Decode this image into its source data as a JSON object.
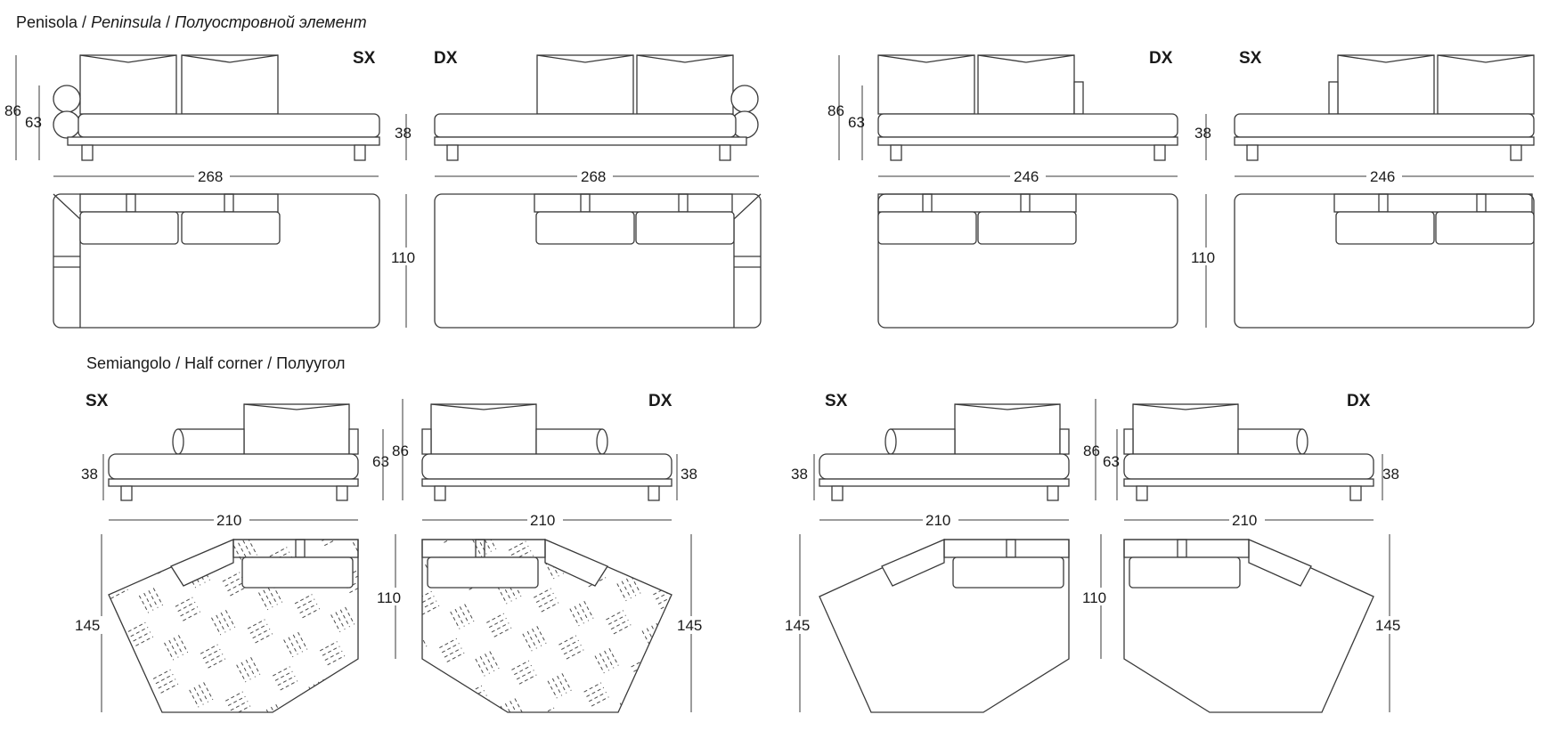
{
  "sections": {
    "peninsula": {
      "title_it": "Penisola",
      "sep1": " / ",
      "title_en": "Peninsula",
      "sep2": " / ",
      "title_ru": "Полуостровной элемент"
    },
    "half_corner": {
      "title": "Semiangolo / Half corner / Полуугол"
    }
  },
  "side_labels": {
    "sx": "SX",
    "dx": "DX"
  },
  "dimensions": {
    "h86": "86",
    "h63": "63",
    "h38": "38",
    "w268": "268",
    "w246": "246",
    "w210": "210",
    "d110": "110",
    "d145": "145"
  }
}
